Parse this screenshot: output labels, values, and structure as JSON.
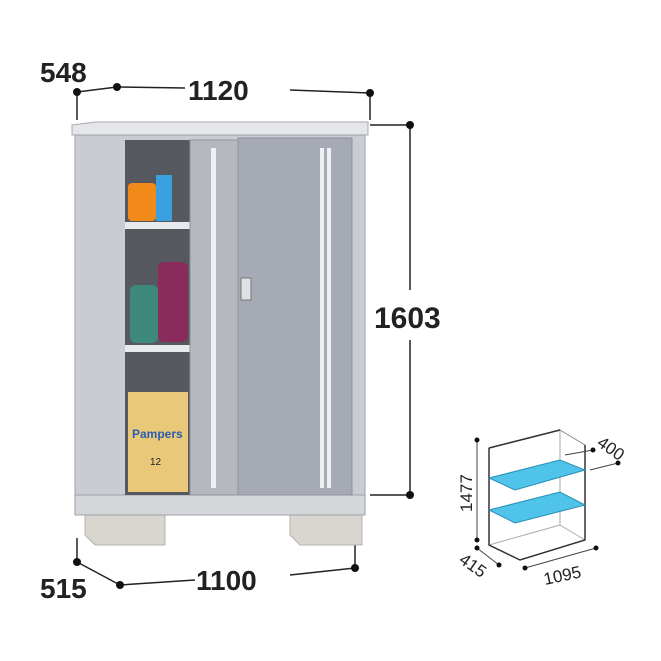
{
  "shed": {
    "dimensions": {
      "top_depth": "548",
      "top_width": "1120",
      "height": "1603",
      "bottom_depth": "515",
      "bottom_width": "1100"
    },
    "box_label": "Pampers",
    "box_number": "12"
  },
  "interior_diagram": {
    "dimensions": {
      "shelf_depth": "400",
      "height": "1477",
      "depth": "415",
      "width": "1095"
    },
    "shelf_color": "#4fc3ea"
  }
}
